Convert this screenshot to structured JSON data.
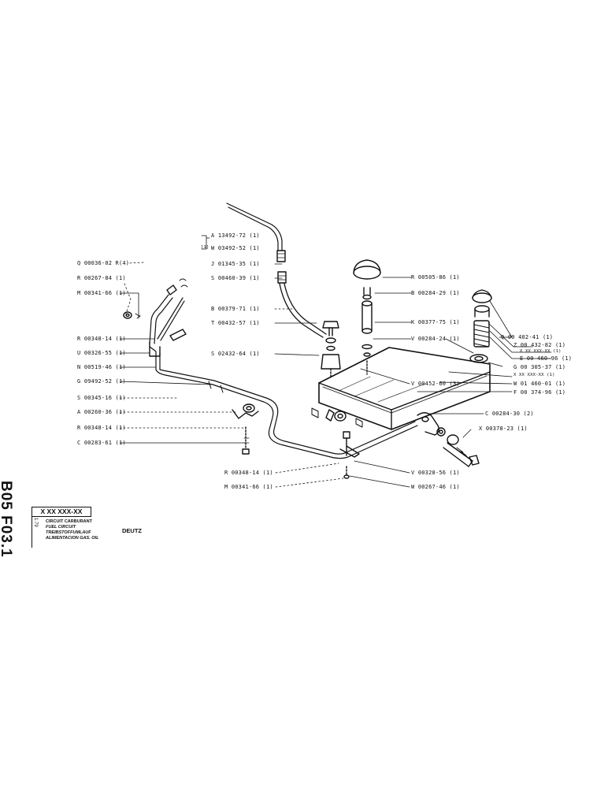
{
  "sheet": {
    "side_code": "B05 F03.1",
    "document_number": "X XX XXX-XX",
    "date": "1.79",
    "titles": [
      "CIRCUIT CARBURANT",
      "FUEL CIRCUIT",
      "TREIBSTOFFUMLAUF",
      "ALIMENTACION GAS. OIL"
    ],
    "brand": "DEUTZ"
  },
  "callouts": {
    "left": [
      "Q 00036-02 R(4)",
      "R 00267-84 (1)",
      "M 00341-66 (1)",
      "R 00348-14 (1)",
      "U 00326-55 (1)",
      "N 00519-46 (1)",
      "G 09492-52 (1)",
      "S 00345-16 (1)",
      "A 00260-36 (1)",
      "R 00348-14 (1)",
      "C 00283-61 (1)"
    ],
    "center": [
      "A 13492-72 (1)",
      "W 03492-52 (1)",
      "J 01345-35 (1)",
      "S 00460-39 (1)",
      "B 00379-71 (1)",
      "T 00432-57 (1)",
      "S 02432-64 (1)"
    ],
    "center_bracket": "[1]",
    "mid": [
      "R 00505-86 (1)",
      "B 00284-29 (1)",
      "K 00377-75 (1)",
      "V 00284-24 (1)",
      "V 00452-60 (3)"
    ],
    "right": [
      "Q 00 402-41 (1)",
      "Z 00 432-82 (1)",
      "X XX XXX-XX (1)",
      "E 00 460-96 (1)",
      "G 00 305-37 (1)",
      "X XX XXX-XX (1)",
      "W 01 460-01 (1)",
      "F 00 374-96 (1)",
      "C 00284-30 (2)",
      "X 00378-23 (1)"
    ],
    "bottom": [
      "R 00348-14 (1)",
      "M 00341-66 (1)",
      "V 00328-56 (1)",
      "W 00267-46 (1)"
    ]
  }
}
